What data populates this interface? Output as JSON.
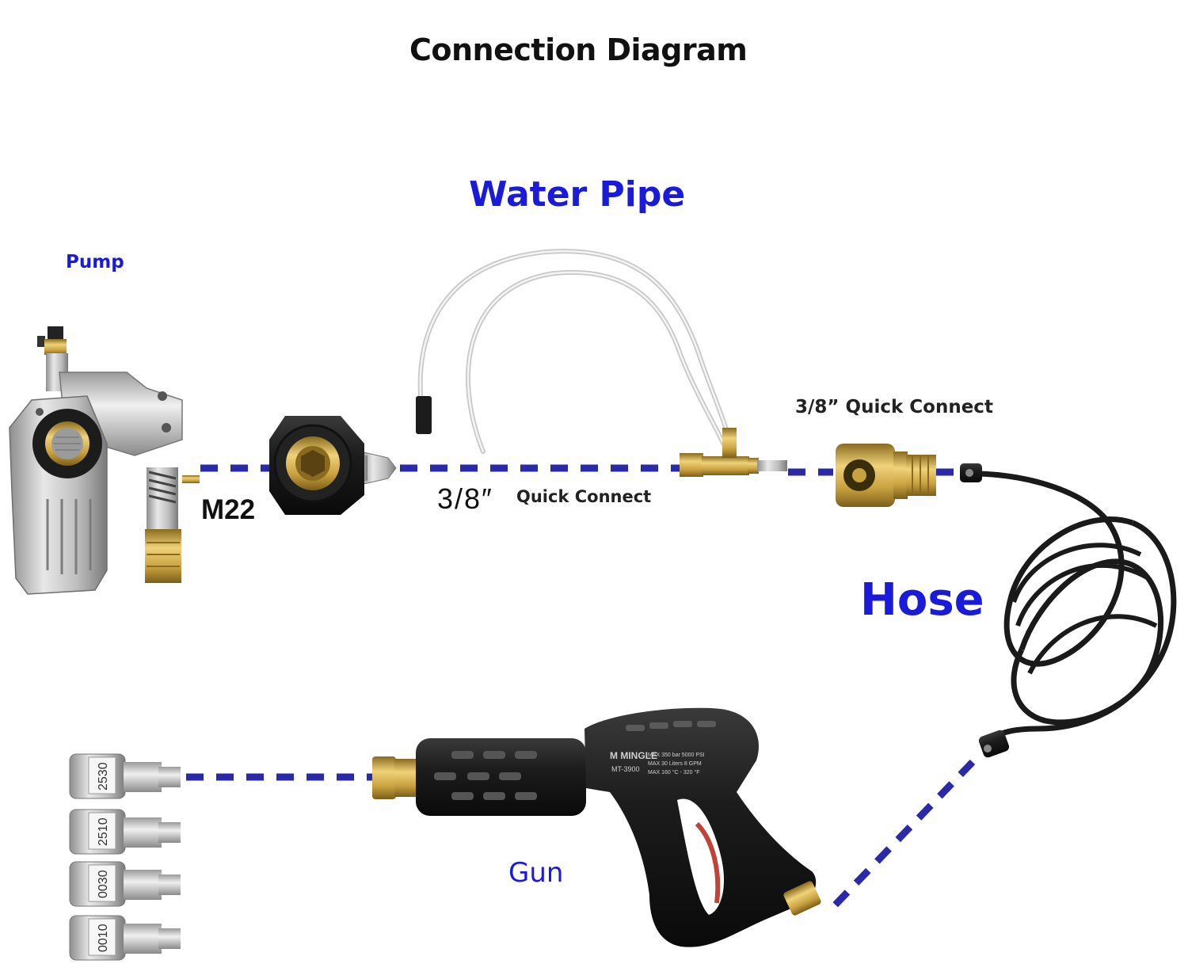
{
  "title": "Connection Diagram",
  "labels": {
    "pump": "Pump",
    "water_pipe": "Water Pipe",
    "quick_connect_top": "3/8” Quick Connect",
    "m22": "M22",
    "size": "3/8″",
    "quick_connect_mid": "Quick Connect",
    "hose": "Hose",
    "gun": "Gun"
  },
  "gun_markings": {
    "brand": "M MINGLE",
    "model": "MT-3900",
    "spec_1": "MAX 350 bar 5000 PSI",
    "spec_2": "MAX 30 Liters 8 GPM",
    "spec_3": "MAX 160 °C - 320 °F"
  },
  "nozzles": [
    "2530",
    "2510",
    "0030",
    "0010"
  ],
  "colors": {
    "label_blue": "#1a1adb",
    "dash_line": "#2a2aa8",
    "brass": "#c9a240",
    "hose_black": "#1a1a1a"
  }
}
